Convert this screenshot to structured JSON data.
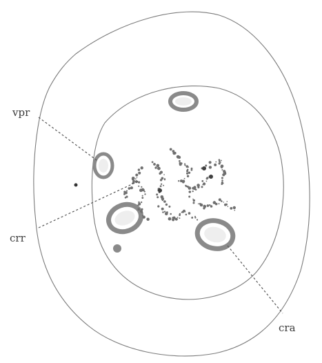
{
  "labels": {
    "vpr": "vpr",
    "crr": "crr",
    "cra": "cra"
  },
  "colors": {
    "background": "#ffffff",
    "tissue": "#d8d8d8",
    "inner_region": "#e6e6e6",
    "outline": "#7a7a7a",
    "ink": "#3a3a3a"
  }
}
